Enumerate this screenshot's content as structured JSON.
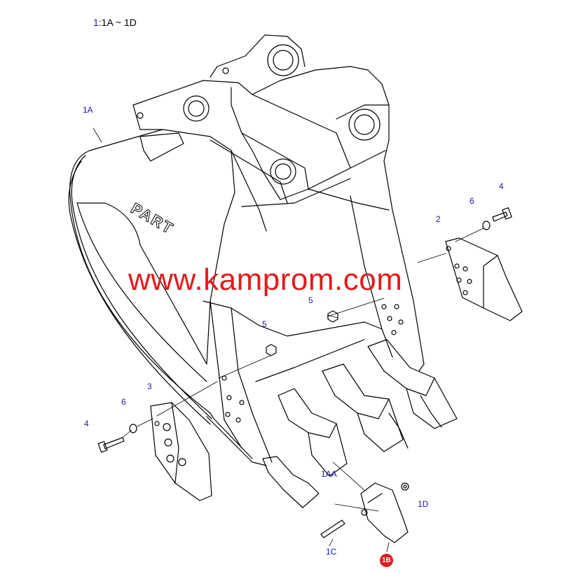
{
  "header": {
    "num": "1",
    "range": ":1A ~ 1D"
  },
  "watermark": "www.kamprom.com",
  "bucket_logo": "PART",
  "labels": {
    "l1A": "1A",
    "l1AA": "1AA",
    "l1C": "1C",
    "l1D": "1D",
    "l1B": "1B",
    "l2": "2",
    "l3": "3",
    "l4a": "4",
    "l4b": "4",
    "l5a": "5",
    "l5b": "5",
    "l6a": "6",
    "l6b": "6"
  },
  "colors": {
    "label": "#1a1aa8",
    "watermark": "#e31b1b",
    "badge": "#e31b1b"
  }
}
